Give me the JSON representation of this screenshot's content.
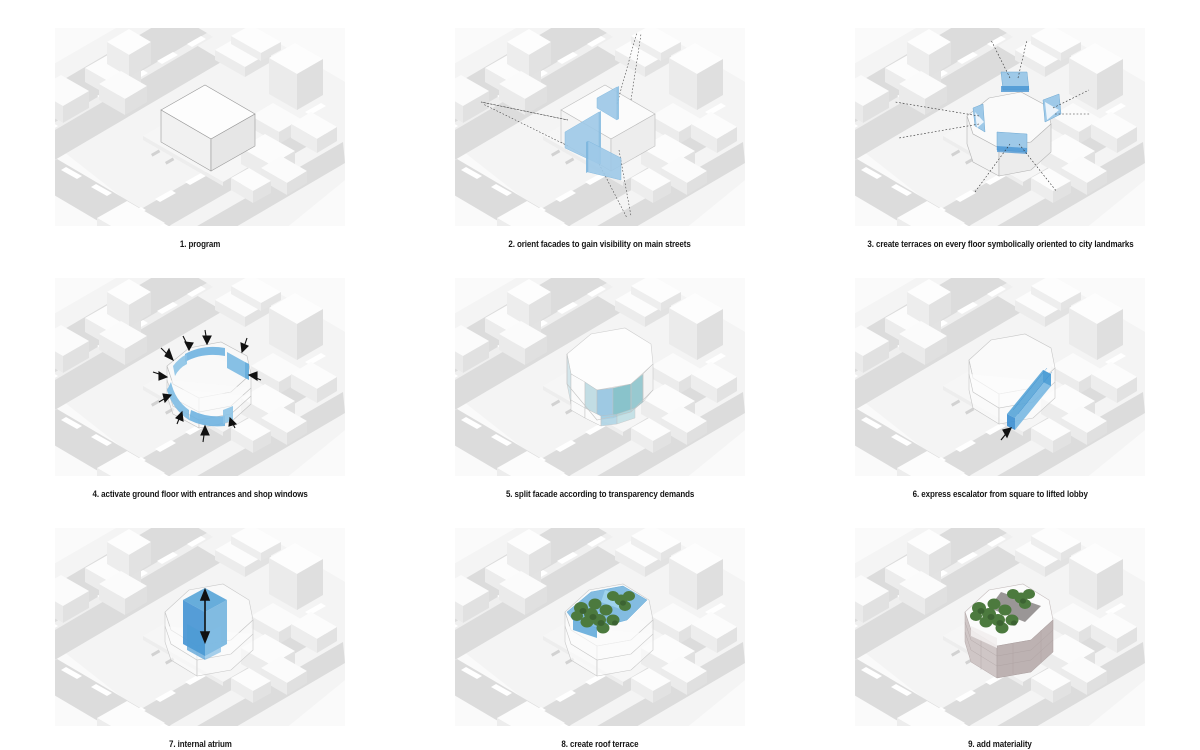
{
  "sheet": {
    "title": "architectural massing concept diagram series",
    "background_color": "#ffffff",
    "grid": {
      "columns": 3,
      "rows": 3
    }
  },
  "palette": {
    "page_background": "#ffffff",
    "ground_light": "#f2f2f2",
    "ground_block": "#fafafa",
    "street_asphalt": "#dcdcdc",
    "street_asphalt_dark": "#d2d2d2",
    "sidewalk": "#ebebeb",
    "road_marking": "#ffffff",
    "building_top": "#fcfcfc",
    "building_left": "#ededed",
    "building_right": "#e2e2e2",
    "massing_top": "#fdfdfd",
    "massing_left": "#f0f0f0",
    "massing_right": "#e6e6e6",
    "outline": "#9a9a9a",
    "accent_blue": "#9ec9e8",
    "accent_blue_mid": "#7db6de",
    "accent_blue_deep": "#3d8fd1",
    "accent_teal": "#a9d5d9",
    "accent_teal_deep": "#6fb7c1",
    "tree_green": "#4c7a3e",
    "tree_green_dark": "#3a5f30",
    "materiality_warm": "#cfc6c6",
    "materiality_warm_dark": "#b5a9a9",
    "arrow_black": "#111111",
    "dashed_ray": "#3a3a3a",
    "caption_text": "#161616"
  },
  "panels": [
    {
      "index": 1,
      "caption": "1. program",
      "name": "panel-program",
      "highlight": "none",
      "description": "simple extruded box massing on the corner block"
    },
    {
      "index": 2,
      "caption": "2. orient facades to gain visibility on main streets",
      "name": "panel-orient-facades",
      "highlight": "blue-angled-facade-planes",
      "description": "blue angled facade planes with dotted sight lines to vanishing points"
    },
    {
      "index": 3,
      "caption": "3. create terraces on every floor symbolically oriented to city landmarks",
      "name": "panel-create-terraces",
      "highlight": "blue-terrace-notches",
      "description": "faceted massing with blue terrace cuts and dashed rays fanning out to landmarks"
    },
    {
      "index": 4,
      "caption": "4. activate ground floor with entrances and shop windows",
      "name": "panel-activate-ground-floor",
      "highlight": "blue-ground-floor-bands",
      "description": "wireframe volume with blue ground floor glazing bands and inward black arrows"
    },
    {
      "index": 5,
      "caption": "5. split facade according to transparency demands",
      "name": "panel-split-facade",
      "highlight": "teal-blue-facade-panels",
      "description": "facade divided into panels of varying teal and blue transparency"
    },
    {
      "index": 6,
      "caption": "6. express escalator from square to lifted lobby",
      "name": "panel-express-escalator",
      "highlight": "blue-escalator-volume",
      "description": "blue escalator tube along one facade with an arrow at its base"
    },
    {
      "index": 7,
      "caption": "7. internal atrium",
      "name": "panel-internal-atrium",
      "highlight": "blue-atrium-volume",
      "description": "saturated blue vertical atrium volume with double headed arrow"
    },
    {
      "index": 8,
      "caption": "8. create roof terrace",
      "name": "panel-create-roof-terrace",
      "highlight": "blue-roof-terrace-with-trees",
      "description": "blue roof terrace deck planted with green trees"
    },
    {
      "index": 9,
      "caption": "9. add materiality",
      "name": "panel-add-materiality",
      "highlight": "warm-grey-cladding",
      "description": "final building clad in warm grey stone with planted roof"
    }
  ]
}
